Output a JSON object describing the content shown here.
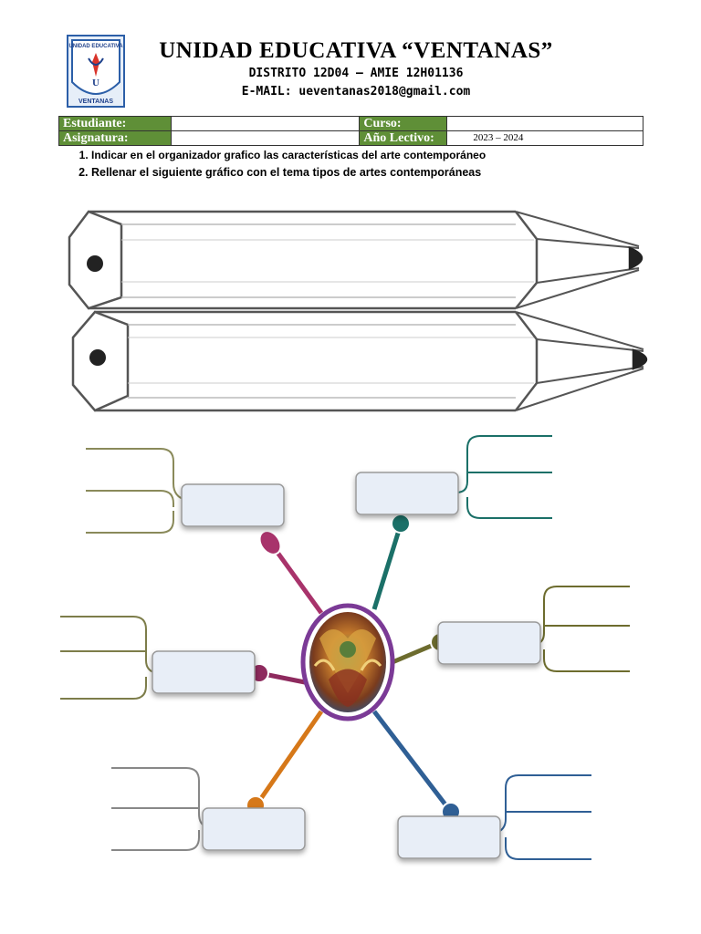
{
  "header": {
    "logo_text_top": "UNIDAD EDUCATIVA",
    "logo_text_bottom": "VENTANAS",
    "title": "UNIDAD EDUCATIVA “VENTANAS”",
    "district": "DISTRITO 12D04 – AMIE 12H01136",
    "email": "E-MAIL: ueventanas2018@gmail.com"
  },
  "info_table": {
    "student_label": "Estudiante:",
    "student_value": "",
    "course_label": "Curso:",
    "course_value": "",
    "subject_label": "Asignatura:",
    "subject_value": "",
    "year_label": "Año Lectivo:",
    "year_value": "2023 – 2024"
  },
  "instructions": [
    "Indicar en el organizador grafico las características del arte contemporáneo",
    "Rellenar el siguiente gráfico con el tema tipos de artes contemporáneas"
  ],
  "colors": {
    "table_label_bg": "#5f8f37",
    "center_ring": "#7b3a96",
    "branch_magenta": "#a8336b",
    "branch_plum": "#8e2a5e",
    "branch_teal": "#1b7068",
    "branch_olive": "#6d6c2e",
    "branch_orange": "#d67819",
    "branch_blue": "#2f5f95",
    "box_fill": "#e8eef7"
  },
  "graphic": {
    "pencils": 2,
    "branches": 6,
    "center_image": "contemporary-art-painting"
  }
}
